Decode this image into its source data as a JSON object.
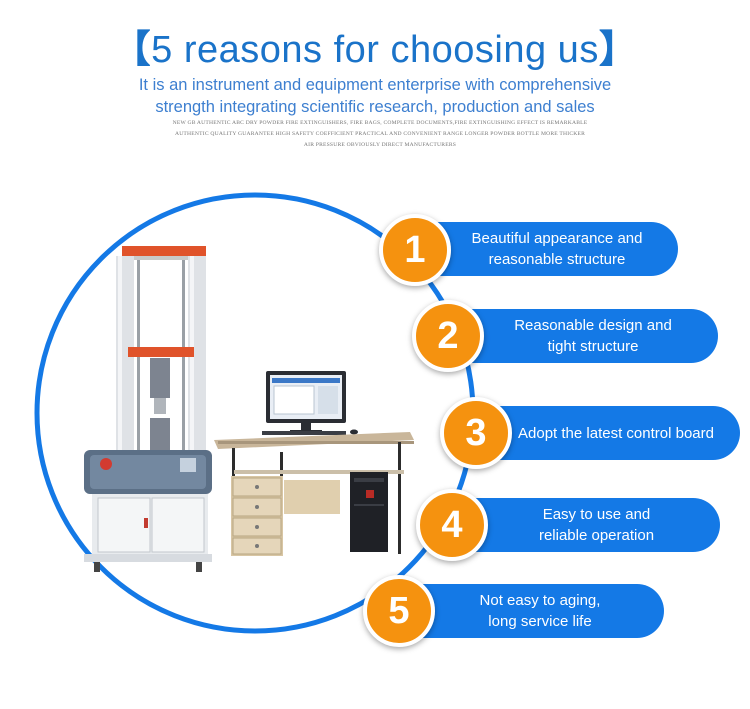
{
  "header": {
    "bracket_left": "【",
    "title": "5 reasons for choosing us",
    "bracket_right": "】",
    "subtitle_line1": "It is an instrument and equipment enterprise with comprehensive",
    "subtitle_line2": "strength integrating scientific research, production and sales",
    "fine_print": "NEW GB AUTHENTIC ABC DRY POWDER FIRE EXTINGUISHERS, FIRE BAGS, COMPLETE DOCUMENTS,FIRE EXTINGUISHING EFFECT IS REMARKABLE AUTHENTIC QUALITY GUARANTEE HIGH SAFETY COEFFICIENT PRACTICAL AND CONVENIENT RANGE LONGER POWDER BOTTLE MORE THICKER AIR PRESSURE OBVIOUSLY DIRECT MANUFACTURERS"
  },
  "reasons": [
    {
      "number": "1",
      "text_line1": "Beautiful appearance and",
      "text_line2": "reasonable structure"
    },
    {
      "number": "2",
      "text_line1": "Reasonable design and",
      "text_line2": "tight structure"
    },
    {
      "number": "3",
      "text_line1": "Adopt the latest control board",
      "text_line2": ""
    },
    {
      "number": "4",
      "text_line1": "Easy to use and",
      "text_line2": "reliable operation"
    },
    {
      "number": "5",
      "text_line1": "Not easy to aging,",
      "text_line2": "long service life"
    }
  ],
  "colors": {
    "primary_blue": "#1479e6",
    "badge_orange": "#f5920f",
    "machine_red": "#e0532a"
  }
}
